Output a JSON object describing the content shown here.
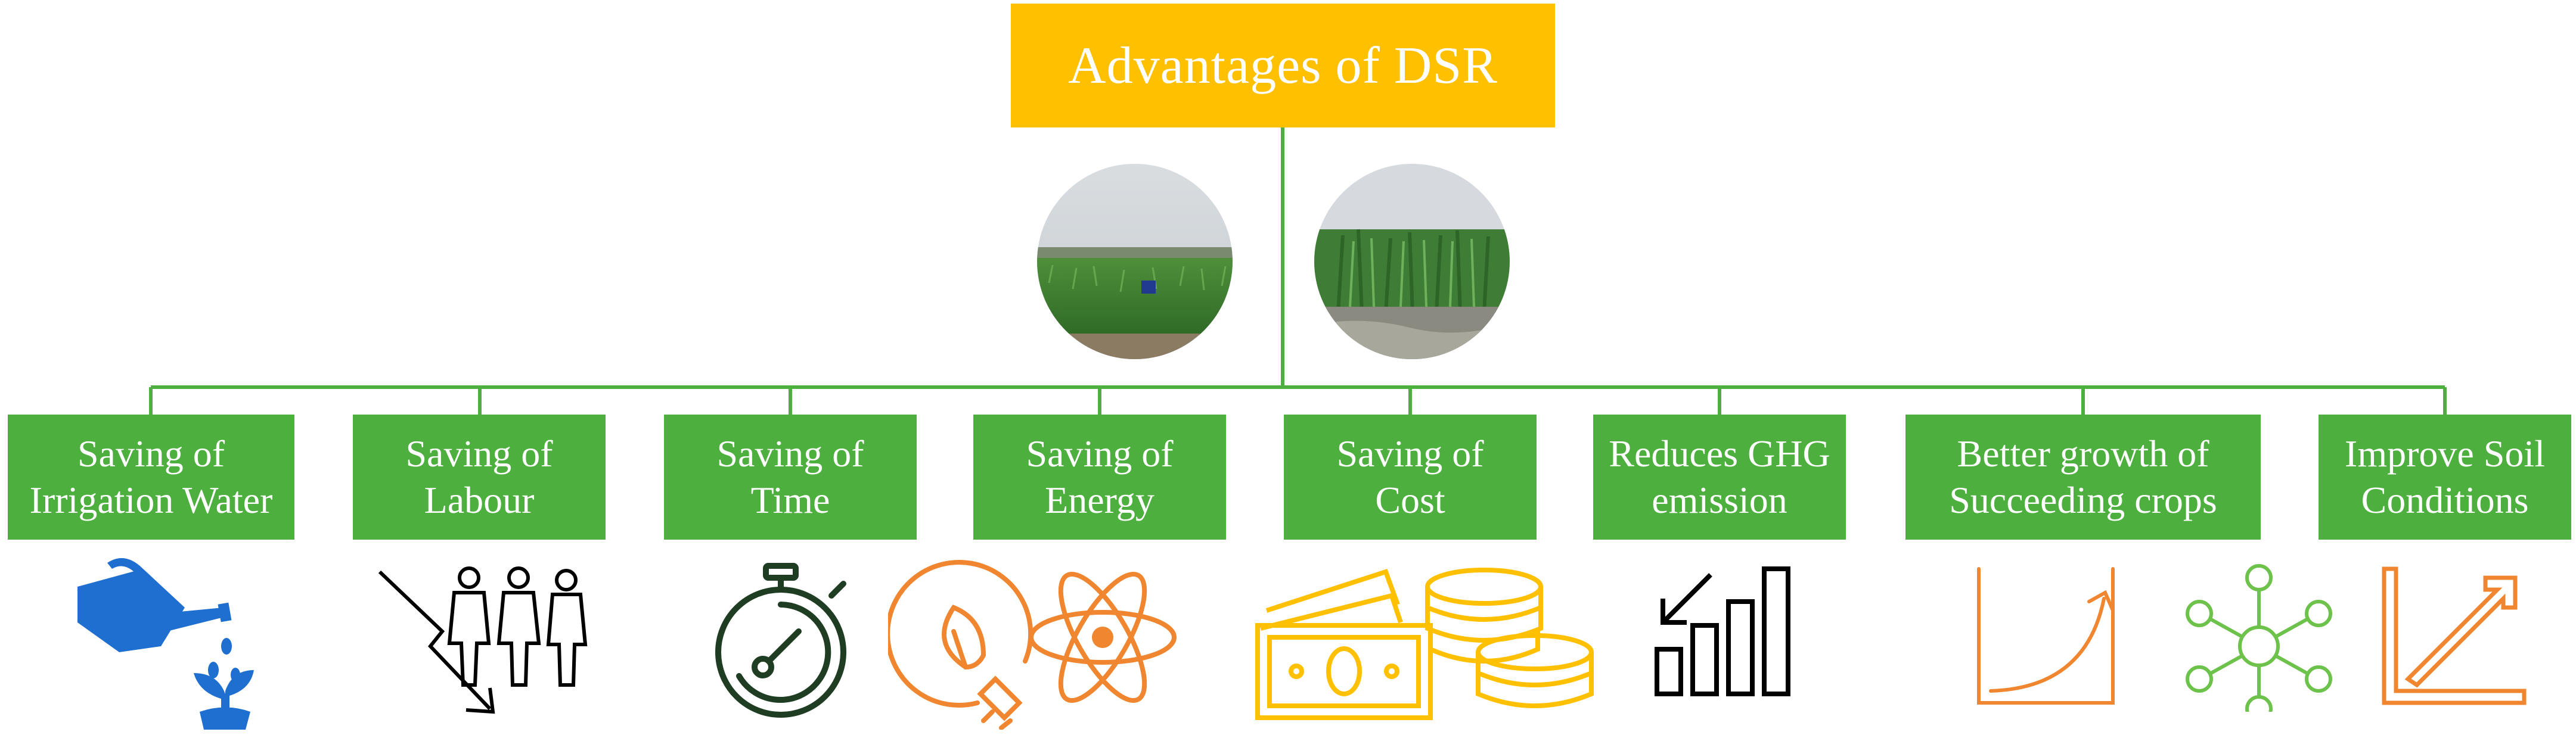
{
  "title": "Advantages of DSR",
  "colors": {
    "title_box": "#FFC000",
    "category_box": "#4DAF3E",
    "connector": "#4DAF3E",
    "water_icon": "#1F6FD0",
    "dark_icon": "#1F3D22",
    "orange_icon": "#F0862F",
    "gold_icon": "#FFC000",
    "green_icon": "#6CC24A"
  },
  "photos": [
    {
      "name": "rice-field-photo"
    },
    {
      "name": "flooded-field-photo"
    }
  ],
  "categories": [
    {
      "id": "irrigation",
      "line1": "Saving of",
      "line2": "Irrigation Water",
      "icon": "watering-can-icon"
    },
    {
      "id": "labour",
      "line1": "Saving of",
      "line2": "Labour",
      "icon": "workers-decline-icon"
    },
    {
      "id": "time",
      "line1": "Saving of",
      "line2": "Time",
      "icon": "stopwatch-icon"
    },
    {
      "id": "energy",
      "line1": "Saving of",
      "line2": "Energy",
      "icon": "energy-icon"
    },
    {
      "id": "cost",
      "line1": "Saving of",
      "line2": "Cost",
      "icon": "money-coins-icon"
    },
    {
      "id": "ghg",
      "line1": "Reduces GHG",
      "line2": "emission",
      "icon": "decreasing-bars-icon"
    },
    {
      "id": "growth",
      "line1": "Better growth of",
      "line2": "Succeeding crops",
      "icon": "growth-curve-icon"
    },
    {
      "id": "soil",
      "line1": "Improve Soil",
      "line2": "Conditions",
      "icon": "rising-arrow-icon"
    }
  ]
}
